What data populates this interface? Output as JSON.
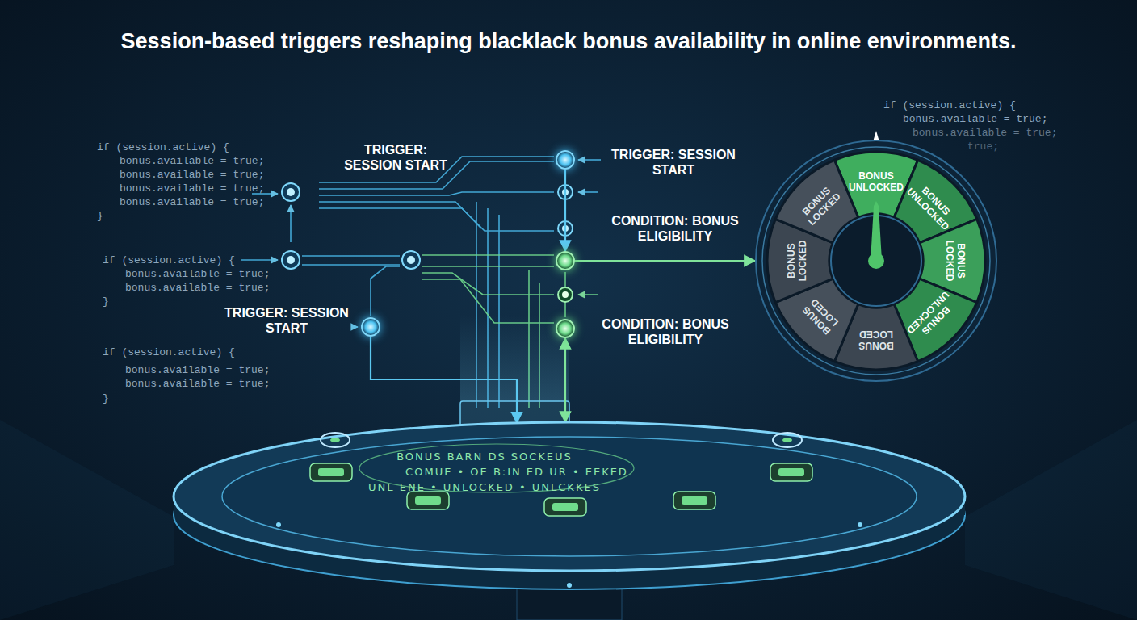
{
  "diagram": {
    "title": "Session-based triggers reshaping blacklack bonus availability in online environments.",
    "nodes": [
      {
        "text": [
          "TRIGGER: SESSION START"
        ]
      },
      {
        "text": [
          "CONDITION: BONUS ELIGIBILITY"
        ]
      },
      {
        "text": [
          "BONUS UNLOCKED",
          "BONUS UNLOCKED",
          "BONUS LOCKED",
          "BONUS UNLOCKED",
          "BONUS LOCED",
          "BONUS LOCED",
          "BONUS LOCKED",
          "BONUS LOCKED"
        ]
      },
      {
        "text": [
          "TRIGGER: SESSION START"
        ]
      },
      {
        "text": [
          "CONDITION: BONUS ELIGIBILITY"
        ]
      },
      {
        "text": [
          "BONUS BARN DS SOCKEUS",
          "COMUE • OE B:IN ED UR • EEKED",
          "UNL ENE • UNLOCKED • UNLCKKES"
        ]
      }
    ],
    "edges": [
      {
        "from": 0,
        "to": 1,
        "arrow": "to"
      },
      {
        "from": 1,
        "to": 2,
        "arrow": "to"
      },
      {
        "from": 4,
        "to": 5,
        "arrow": "both"
      },
      {
        "from": 3,
        "to": 5,
        "arrow": "to"
      }
    ],
    "labels": [
      "if (session.active) {",
      "bonus.available = true;",
      "bonus.available = true;",
      "bonus.available = true;",
      "bonus.available = true;",
      "}",
      "TRIGGER: SESSION START",
      "if (session.active) {",
      "bonus.available = true;",
      "bonus.available = true;",
      "}",
      "if (session.active) {",
      "bonus.available = true;",
      "bonus.available = true;",
      "}",
      "if (session.active) {",
      "bonus.available = true;",
      "bonus.available = true;",
      "true;"
    ]
  }
}
